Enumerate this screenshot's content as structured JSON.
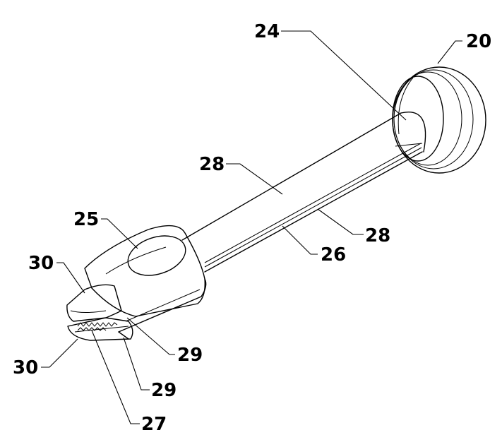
{
  "figure": {
    "labels": {
      "l20": "20",
      "l24": "24",
      "l28a": "28",
      "l28b": "28",
      "l25": "25",
      "l26": "26",
      "l30a": "30",
      "l30b": "30",
      "l29a": "29",
      "l29b": "29",
      "l27": "27"
    }
  }
}
